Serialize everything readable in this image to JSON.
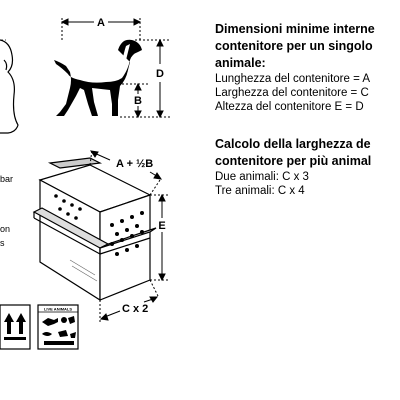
{
  "labels": {
    "a": "A",
    "d": "D",
    "b": "B",
    "crate_top": "A + ½B",
    "crate_side": "E",
    "crate_bottom": "C x 2",
    "side_frag_1": "bar",
    "side_frag_2": "on",
    "side_frag_3": "s",
    "live_animals": "LIVE ANIMALS"
  },
  "section1": {
    "title_line1": "Dimensioni minime interne",
    "title_line2": "contenitore per un singolo",
    "title_line3": "animale:",
    "line1": "Lunghezza del contenitore = A",
    "line2": "Larghezza del contenitore = C",
    "line3": "Altezza del contenitore E = D"
  },
  "section2": {
    "title_line1": "Calcolo della larghezza de",
    "title_line2": "contenitore per più animal",
    "line1": "Due animali: C x 3",
    "line2": "Tre animali: C x 4"
  }
}
